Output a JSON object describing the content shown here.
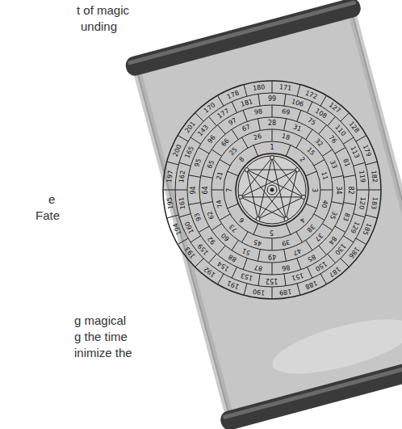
{
  "diagram": {
    "labels": [
      "t of magic",
      "unding",
      "e",
      "Fate",
      "g magical",
      "g the time",
      "inimize the",
      "1",
      "2",
      "3",
      "4",
      "5",
      "6",
      "7",
      "8",
      "18",
      "15",
      "11",
      "40",
      "38",
      "39",
      "45",
      "73",
      "74",
      "21",
      "25",
      "26",
      "28",
      "31",
      "32",
      "33",
      "34",
      "35",
      "37",
      "47",
      "49",
      "51",
      "60",
      "62",
      "64",
      "65",
      "66",
      "67",
      "69",
      "75",
      "76",
      "81",
      "82",
      "83",
      "84",
      "85",
      "86",
      "87",
      "88",
      "92",
      "93",
      "94",
      "95",
      "96",
      "97",
      "98",
      "99",
      "106",
      "108",
      "110",
      "113",
      "119",
      "120",
      "129",
      "130",
      "150",
      "151",
      "152",
      "153",
      "154",
      "159",
      "160",
      "161",
      "162",
      "165",
      "143",
      "177",
      "181",
      "171",
      "172",
      "127",
      "128",
      "179",
      "182",
      "183",
      "185",
      "186",
      "187",
      "188",
      "189",
      "190",
      "191",
      "192",
      "193",
      "194",
      "195",
      "197",
      "200",
      "201",
      "170",
      "178",
      "180"
    ]
  }
}
